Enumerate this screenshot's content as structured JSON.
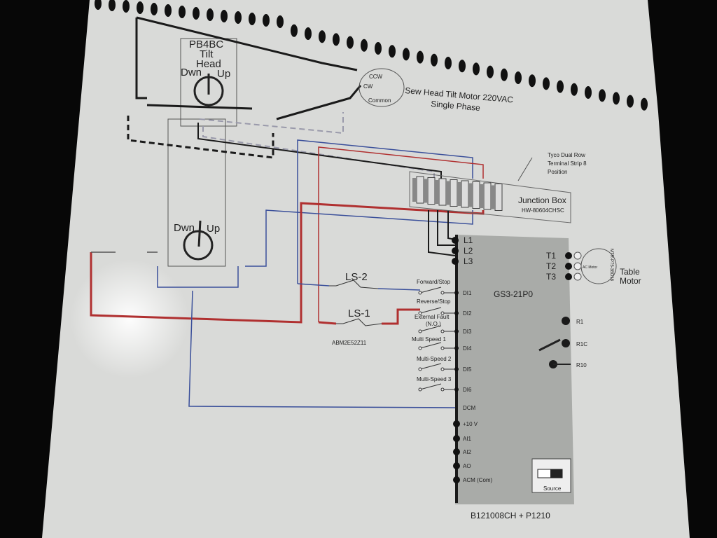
{
  "pushbutton": {
    "model": "PB4BC",
    "title_line1": "Tilt",
    "title_line2": "Head",
    "dwn": "Dwn",
    "up": "Up",
    "dwn2": "Dwn",
    "up2": "Up"
  },
  "tilt_motor": {
    "ccw": "CCW",
    "cw": "CW",
    "common": "Common",
    "title": "Sew Head Tilt Motor 220VAC",
    "subtitle": "Single Phase"
  },
  "terminal_strip": {
    "line1": "Tyco Dual Row",
    "line2": "Terminal Strip 8",
    "line3": "Position"
  },
  "junction_box": {
    "title": "Junction Box",
    "part": "HW-80604CHSC"
  },
  "drive": {
    "model": "GS3-21P0",
    "inputs": [
      "L1",
      "L2",
      "L3"
    ],
    "outputs": [
      "T1",
      "T2",
      "T3"
    ],
    "relays": [
      "R1",
      "R1C",
      "R10"
    ],
    "terminals": [
      "DI1",
      "DI2",
      "DI3",
      "DI4",
      "DI5",
      "DI6",
      "DCM",
      "+10 V",
      "AI1",
      "AI2",
      "AO",
      "ACM (Com)"
    ],
    "switch_label": "Source",
    "footer": "B121008CH + P1210"
  },
  "input_functions": [
    "Forward/Stop",
    "Reverse/Stop",
    "External Fault",
    "(N.O.)",
    "Multi Speed 1",
    "Multi-Speed 2",
    "Multi-Speed 3"
  ],
  "limit_switches": {
    "ls2": "LS-2",
    "ls1": "LS-1",
    "part": "ABM2E52Z11"
  },
  "table_motor": {
    "motor_label": "AC Motor",
    "part": "MTR-P75-3BD18",
    "line1": "Table",
    "line2": "Motor"
  },
  "colors": {
    "paper": "#d9dad8",
    "drive_panel": "#a9aba8",
    "wire_red": "#b03030",
    "wire_blue": "#3a4f9a",
    "wire_black": "#1a1a1a",
    "background": "#070707"
  }
}
